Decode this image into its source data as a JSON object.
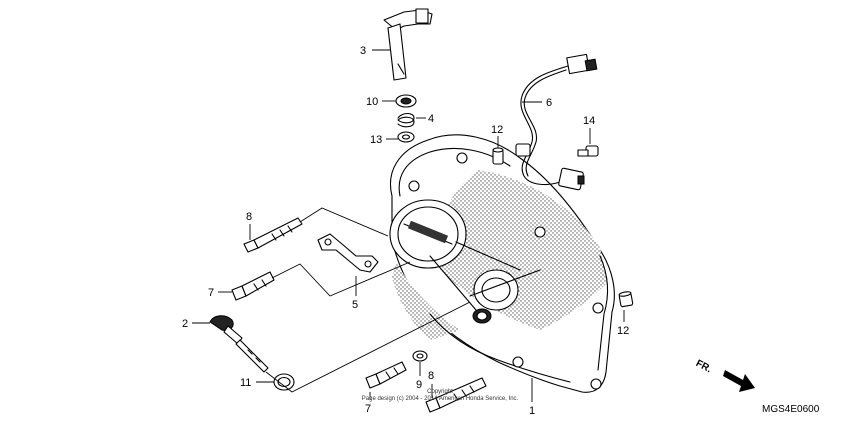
{
  "diagram": {
    "code": "MGS4E0600",
    "copyright_lines": [
      "Copyright",
      "Page design (c) 2004 - 2014 American Honda Service, Inc."
    ],
    "direction_label": "FR.",
    "callouts": [
      "1",
      "2",
      "3",
      "4",
      "5",
      "6",
      "7",
      "7",
      "8",
      "8",
      "9",
      "10",
      "11",
      "12",
      "12",
      "13",
      "14"
    ]
  }
}
